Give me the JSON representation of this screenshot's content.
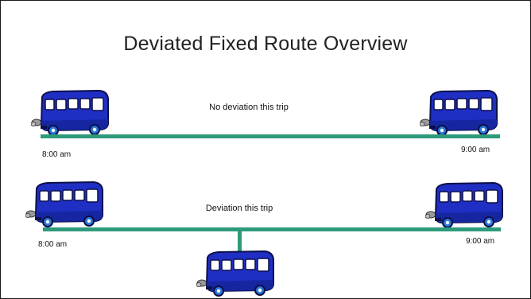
{
  "slide": {
    "title": "Deviated Fixed Route Overview"
  },
  "trips": [
    {
      "caption": "No deviation this trip",
      "start_time": "8:00 am",
      "end_time": "9:00 am"
    },
    {
      "caption": "Deviation this trip",
      "start_time": "8:00 am",
      "end_time": "9:00 am"
    }
  ],
  "icons": {
    "bus": "bus-icon"
  },
  "colors": {
    "route_line": "#2e9a7b",
    "bus_body": "#1f2fc4",
    "bus_windows": "#ffffff",
    "wheels": "#2a78d8"
  }
}
